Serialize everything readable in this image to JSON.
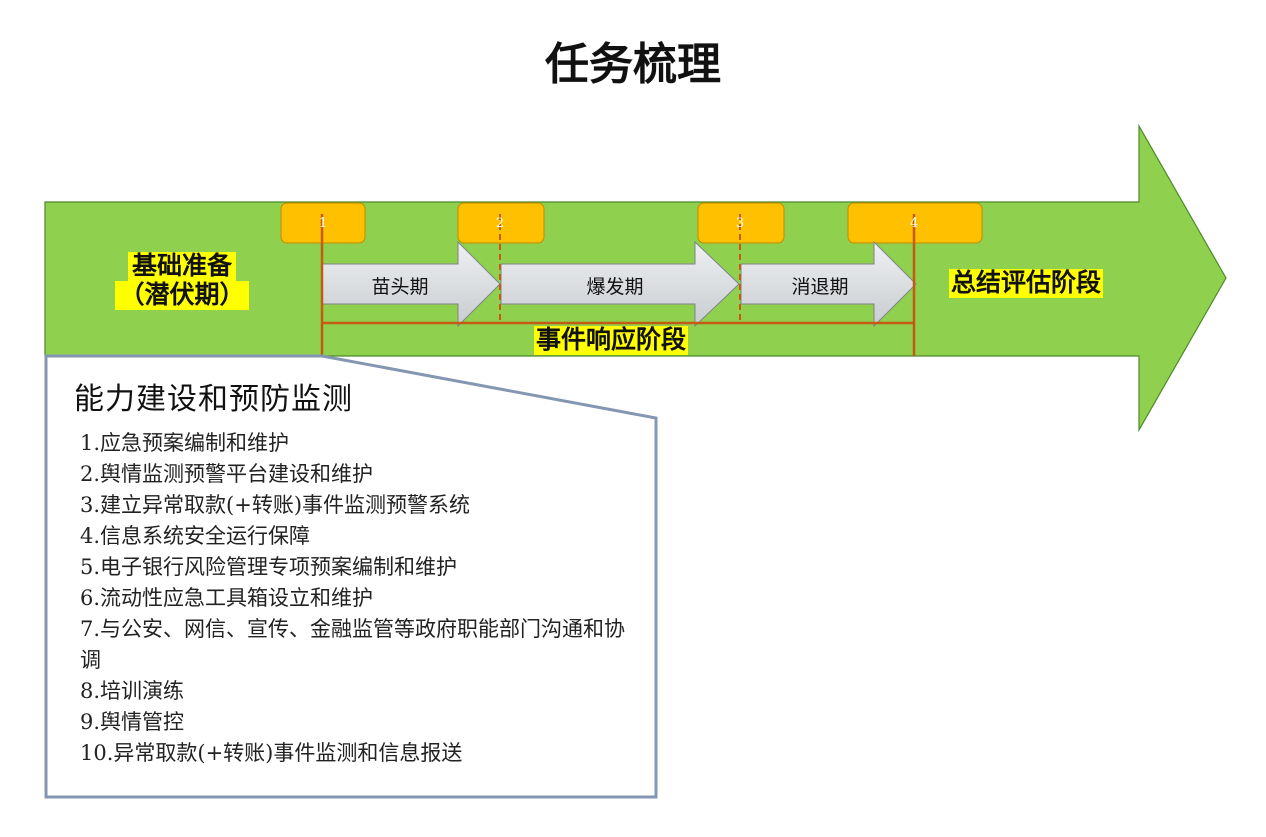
{
  "title": "任务梳理",
  "stages": {
    "preparation": [
      "基础准备",
      "（潜伏期）"
    ],
    "summary": "总结评估阶段",
    "response": "事件响应阶段"
  },
  "tags": [
    "1",
    "2",
    "3",
    "4"
  ],
  "phases": [
    "苗头期",
    "爆发期",
    "消退期"
  ],
  "panel": {
    "title": "能力建设和预防监测",
    "items": [
      "1.应急预案编制和维护",
      "2.舆情监测预警平台建设和维护",
      "3.建立异常取款(+转账)事件监测预警系统",
      "4.信息系统安全运行保障",
      "5.电子银行风险管理专项预案编制和维护",
      "6.流动性应急工具箱设立和维护",
      "7.与公安、网信、宣传、金融监管等政府职能部门沟通和协调",
      "8.培训演练",
      "9.舆情管控",
      "10.异常取款(+转账)事件监测和信息报送"
    ]
  },
  "colors": {
    "arrow_fill": "#8fd14f",
    "arrow_stroke": "#4e8a2a",
    "tag_fill": "#ffc000",
    "tag_stroke": "#c08a00",
    "phase_fill": "#d6d9dc",
    "line": "#c55a11",
    "highlight": "#ffff00",
    "panel_border": "#8497b0"
  }
}
